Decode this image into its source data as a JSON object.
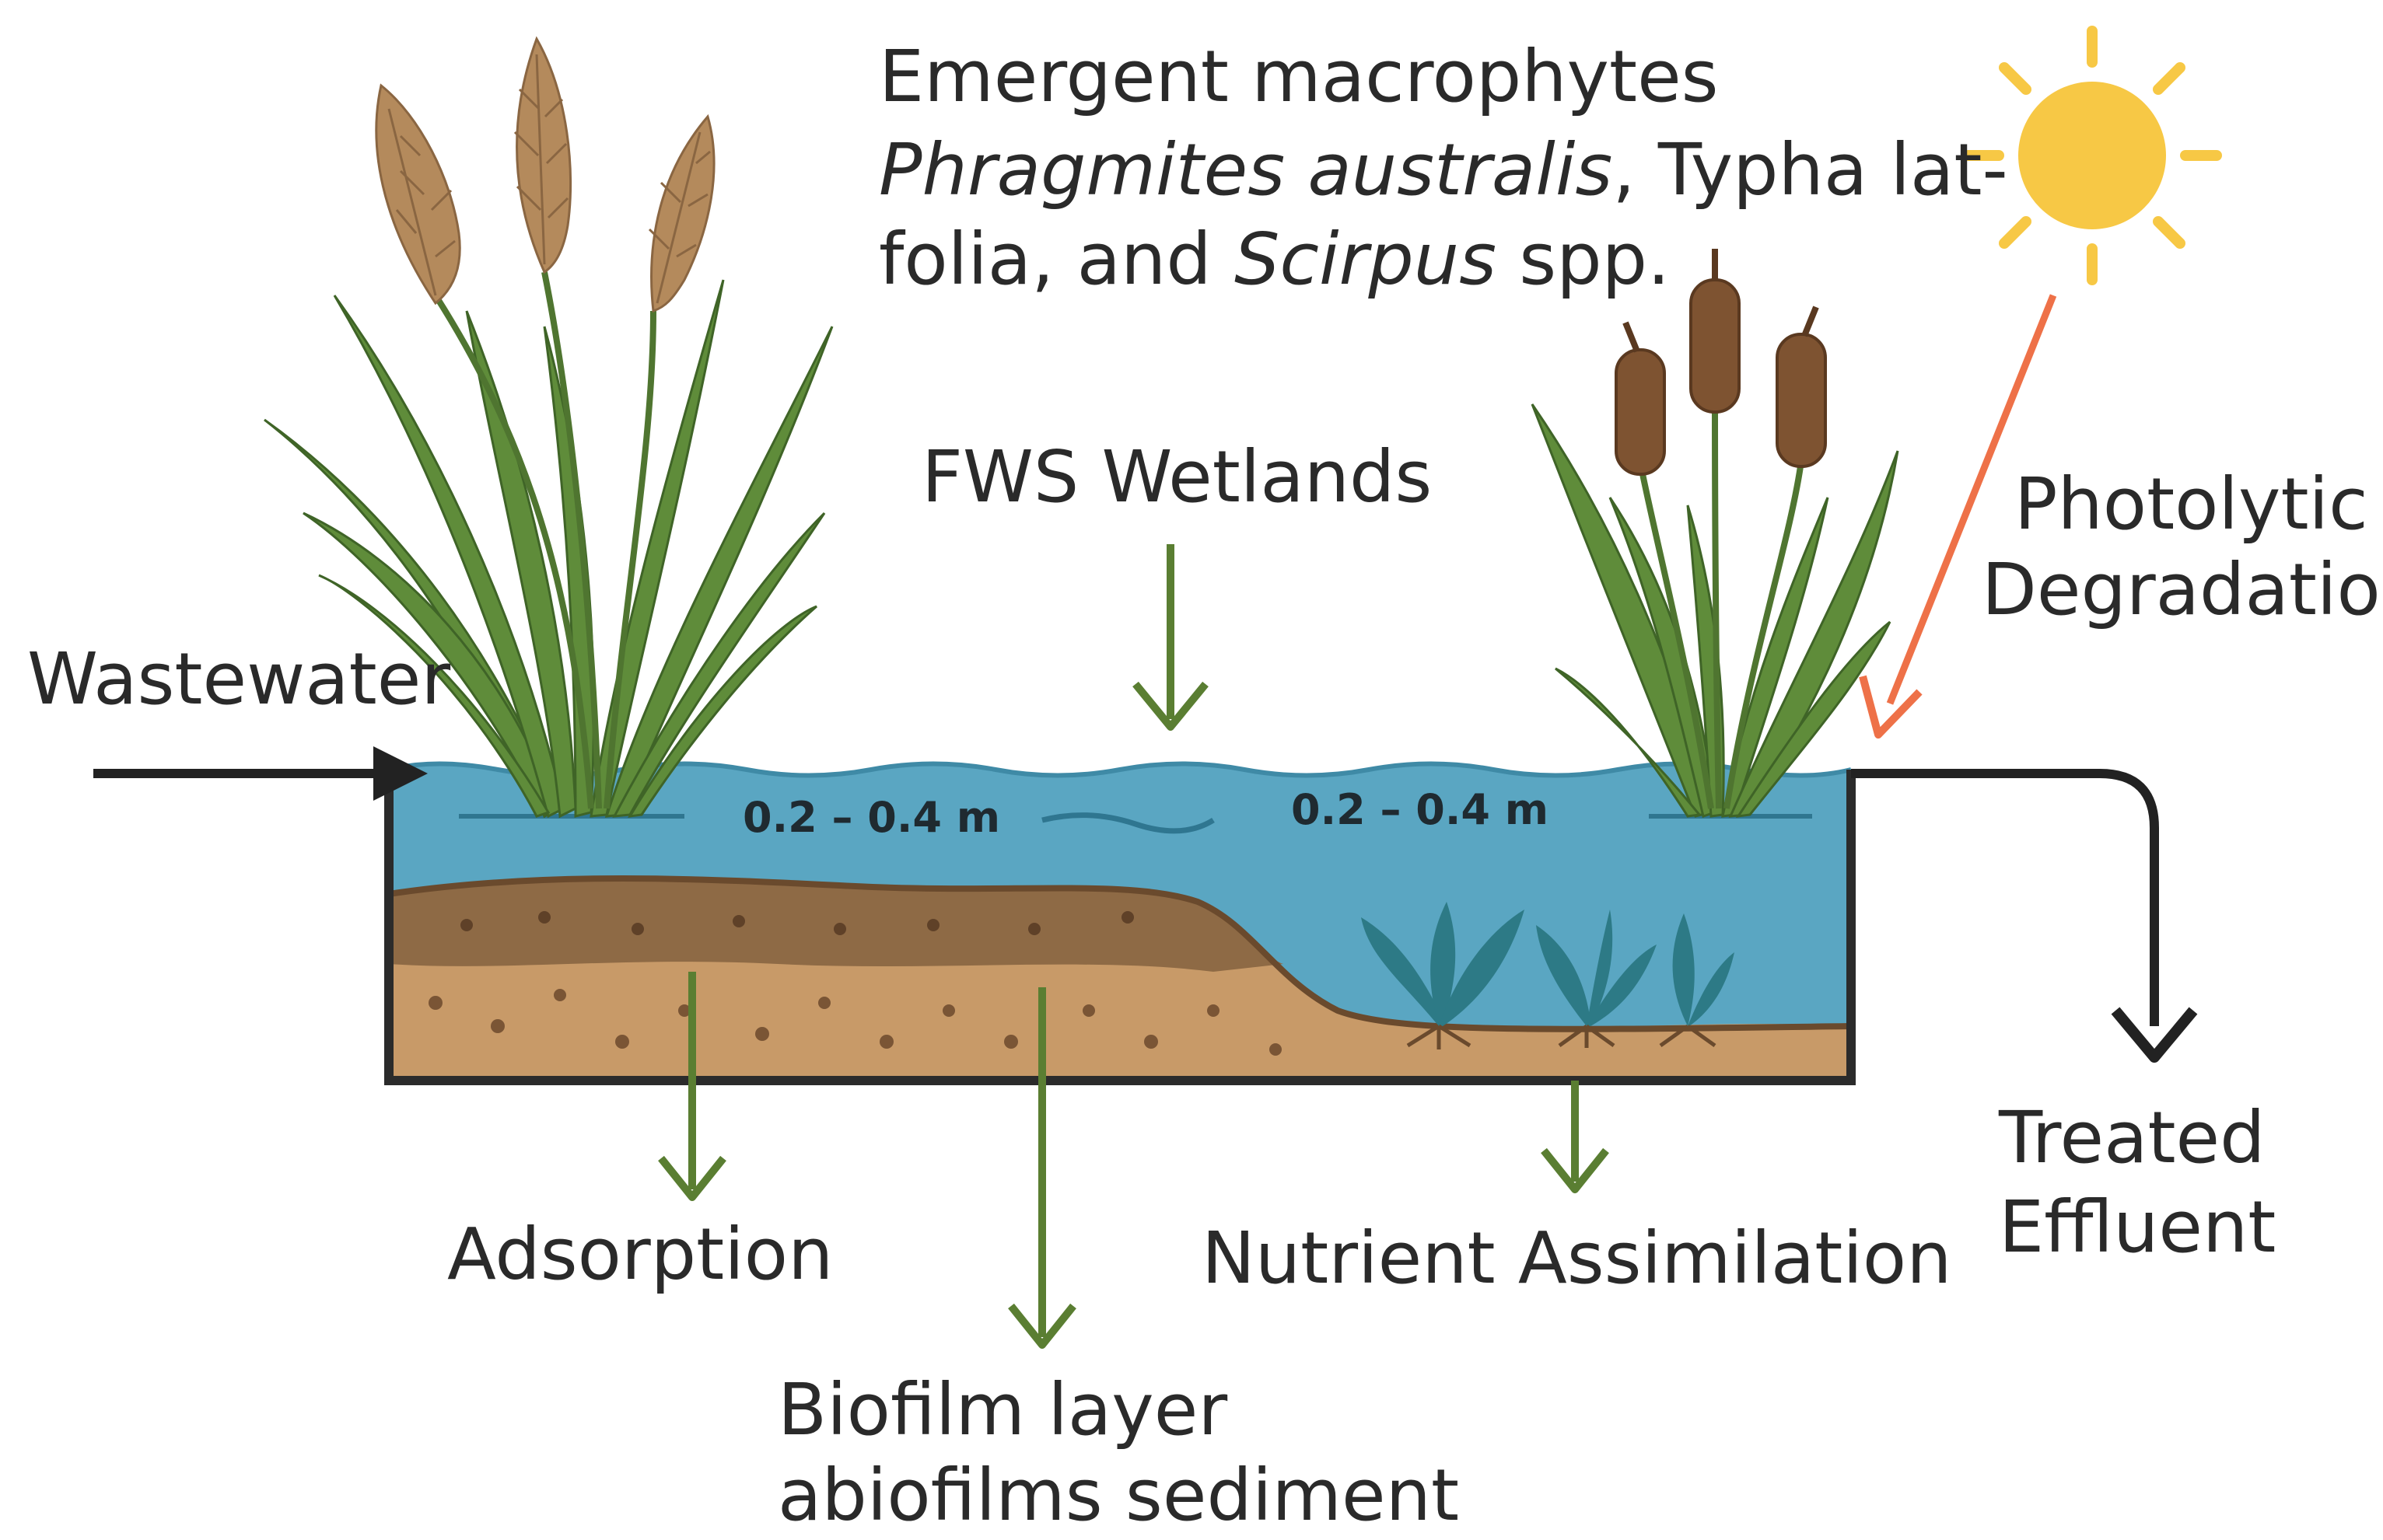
{
  "labels": {
    "plants_title": "Emergent macrophytes",
    "plants_line2_italic": "Phragmites australis",
    "plants_line2_rest": ", Typha lat-",
    "plants_line3_start": "folia, and ",
    "plants_line3_italic": "Scirpus",
    "plants_line3_end": " spp.",
    "fws": "FWS Wetlands",
    "photolytic_1": "Photolytic",
    "photolytic_2": "Degradation",
    "wastewater": "Wastewater",
    "depth_left": "0.2 – 0.4 m",
    "depth_right": "0.2 – 0.4 m",
    "adsorption": "Adsorption",
    "biofilm_1": "Biofilm layer",
    "biofilm_2": "abiofilms sediment",
    "nutrient": "Nutrient Assimilation",
    "treated_1": "Treated",
    "treated_2": "Effluent"
  },
  "colors": {
    "water": "#5aa6c2",
    "soil_light": "#c79a6a",
    "soil_dark": "#8e6a45",
    "plant_green": "#5f8c3a",
    "reed_tan": "#b48a5c",
    "cattail_brown": "#7e5331",
    "arrow_green": "#5a7e32",
    "arrow_orange": "#ee7148",
    "sun": "#f7c845",
    "outline": "#2b2b2b"
  }
}
